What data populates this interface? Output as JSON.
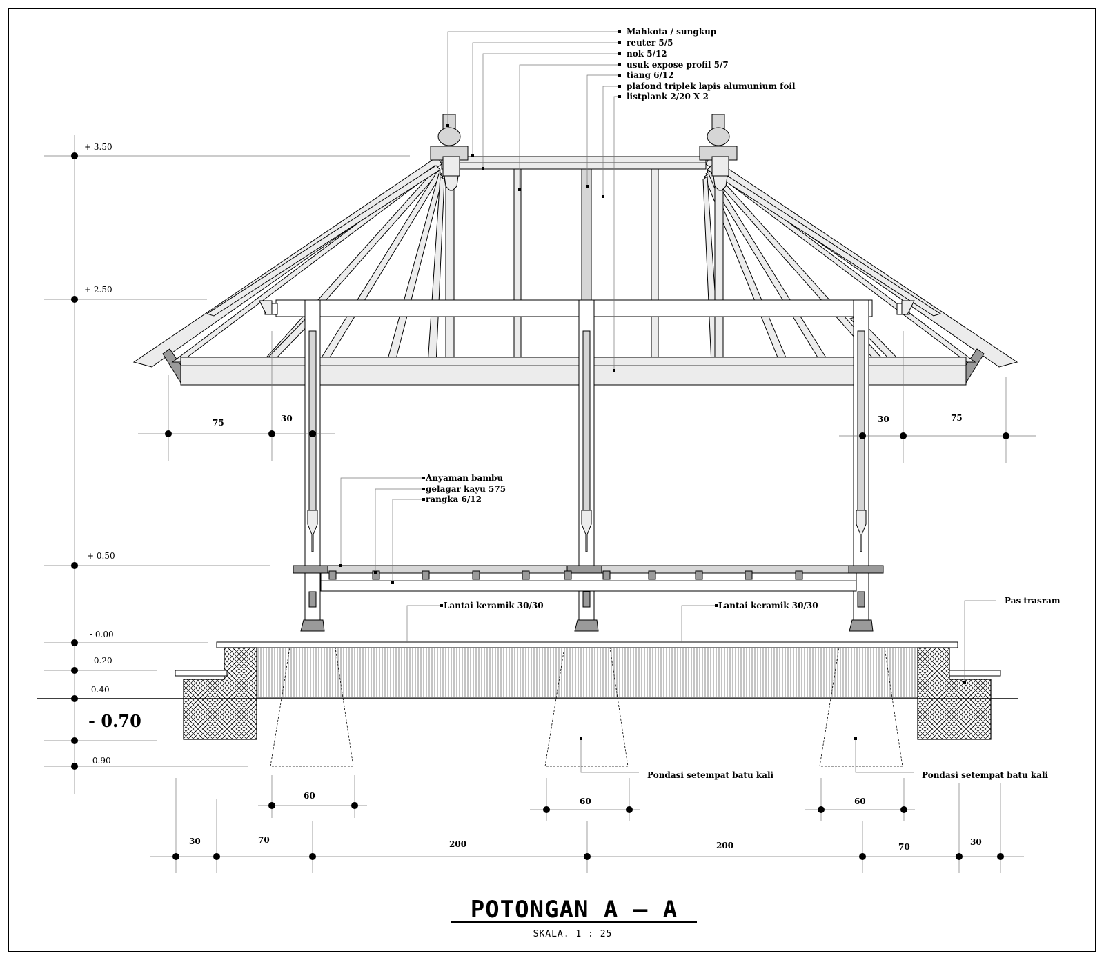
{
  "title": "POTONGAN A – A",
  "scale": "SKALA. 1 : 25",
  "roof_labels": [
    "Mahkota / sungkup",
    "reuter 5/5",
    "nok 5/12",
    "usuk expose profil 5/7",
    "tiang 6/12",
    "plafond triplek lapis alumunium foil",
    "listplank 2/20 X 2"
  ],
  "floor_labels": [
    "Anyaman bambu",
    "gelagar kayu 575",
    "rangka 6/12"
  ],
  "ground_labels": {
    "tile_left": "Lantai keramik 30/30",
    "tile_right": "Lantai keramik 30/30",
    "trasram": "Pas trasram",
    "foundation_mid": "Pondasi setempat batu kali",
    "foundation_right": "Pondasi setempat batu kali"
  },
  "elevations": [
    "+ 3.50",
    "+ 2.50",
    "+ 0.50",
    "- 0.00",
    "- 0.20",
    "- 0.40",
    "- 0.70",
    "- 0.90"
  ],
  "eave_dims": {
    "left_overhang": "75",
    "left_offset": "30",
    "right_offset": "30",
    "right_overhang": "75"
  },
  "footing_dims": [
    "60",
    "60",
    "60"
  ],
  "bottom_dims": [
    "30",
    "70",
    "200",
    "200",
    "70",
    "30"
  ]
}
